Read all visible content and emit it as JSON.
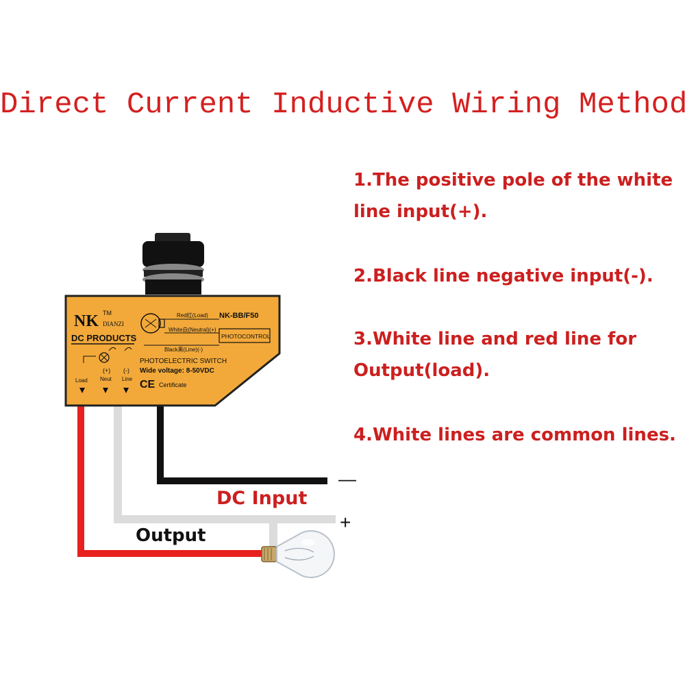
{
  "title": "Direct Current Inductive Wiring Method",
  "notes": [
    "1.The positive pole of the white line input(+).",
    "2.Black line negative input(-).",
    "3.White line and red line for Output(load).",
    "4.White lines are common lines."
  ],
  "device": {
    "brand": "NK",
    "tm": "TM",
    "brand_sub": "DIANZI",
    "product_line": "DC PRODUCTS",
    "model": "NK-BB/F50",
    "wire_red": "Red红(Load)",
    "wire_white": "White白(Neutral)(+)",
    "wire_black": "Black黑(Line)(-)",
    "photocontrol": "PHOTOCONTROL",
    "product_name": "PHOTOELECTRIC SWITCH",
    "voltage": "Wide voltage: 8-50VDC",
    "ce": "CE",
    "certificate": "Certificate",
    "term_plus": "(+)",
    "term_minus": "(-)",
    "term_load": "Load",
    "term_neut": "Neut",
    "term_line": "Line"
  },
  "labels": {
    "dc_input": "DC Input",
    "output": "Output",
    "minus": "—",
    "plus": "+"
  },
  "colors": {
    "title": "#d42020",
    "body_orange": "#f2a93a",
    "wire_red": "#e8201e",
    "wire_white": "#dcdcdc",
    "wire_black": "#111111"
  }
}
